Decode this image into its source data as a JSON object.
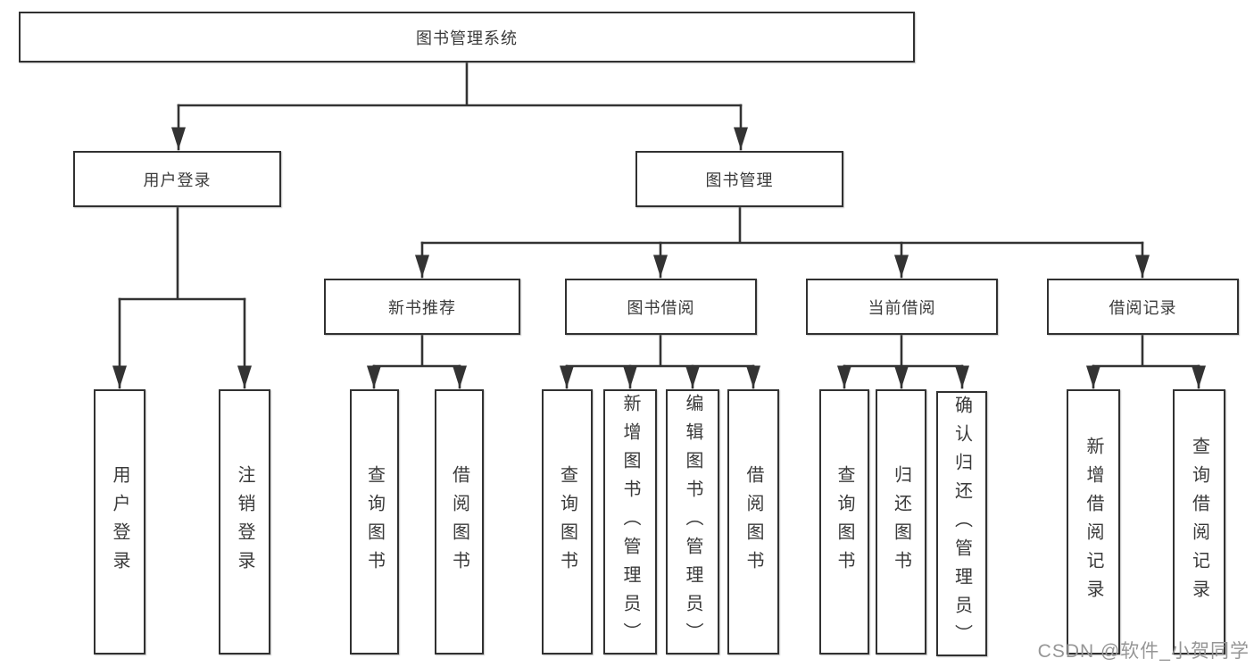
{
  "diagram": {
    "root": {
      "label": "图书管理系统"
    },
    "user_login_branch": {
      "label": "用户登录",
      "children": [
        {
          "label": "用户登录"
        },
        {
          "label": "注销登录"
        }
      ]
    },
    "book_mgmt_branch": {
      "label": "图书管理",
      "groups": [
        {
          "label": "新书推荐",
          "children": [
            {
              "label": "查询图书"
            },
            {
              "label": "借阅图书"
            }
          ]
        },
        {
          "label": "图书借阅",
          "children": [
            {
              "label": "查询图书"
            },
            {
              "label": "新增图书（管理员）"
            },
            {
              "label": "编辑图书（管理员）"
            },
            {
              "label": "借阅图书"
            }
          ]
        },
        {
          "label": "当前借阅",
          "children": [
            {
              "label": "查询图书"
            },
            {
              "label": "归还图书"
            },
            {
              "label": "确认归还（管理员）"
            }
          ]
        },
        {
          "label": "借阅记录",
          "children": [
            {
              "label": "新增借阅记录"
            },
            {
              "label": "查询借阅记录"
            }
          ]
        }
      ]
    }
  },
  "watermark": {
    "text": "CSDN @软件_小贺同学"
  },
  "colors": {
    "line": "#333333",
    "box_border": "#313131",
    "text": "#3a3a3a",
    "watermark": "#969696",
    "background": "#ffffff"
  }
}
